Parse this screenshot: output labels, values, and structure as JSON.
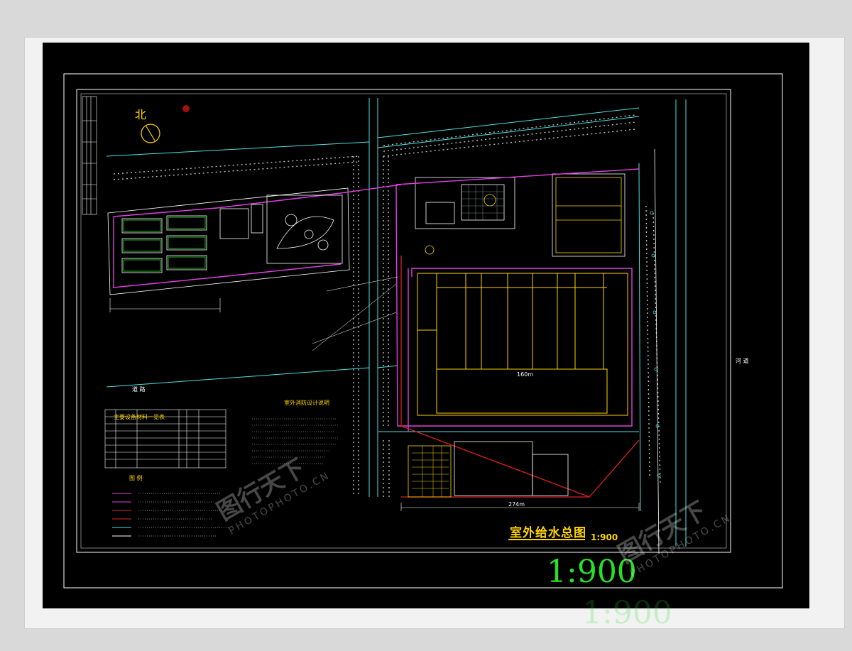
{
  "drawing": {
    "title": "室外给水总图",
    "title_scale": "1:900",
    "big_scale": "1:900",
    "ghost_scale": "1:900",
    "north_label": "北",
    "notes_title": "室外消防设计说明",
    "legend_title": "图 例",
    "table_title": "主要设备材料一览表",
    "dim_bottom": "274m",
    "dim_building": "160m",
    "river_label": "河 道",
    "road_label": "道 路"
  },
  "watermark": {
    "brand": "图行天下",
    "sub": "PHOTOPHOTO.CN"
  },
  "colors": {
    "background": "#000000",
    "cyan": "#4fe0e0",
    "yellow": "#ffd400",
    "magenta": "#e040e0",
    "white": "#ffffff",
    "green": "#28e028",
    "red": "#e02020"
  }
}
